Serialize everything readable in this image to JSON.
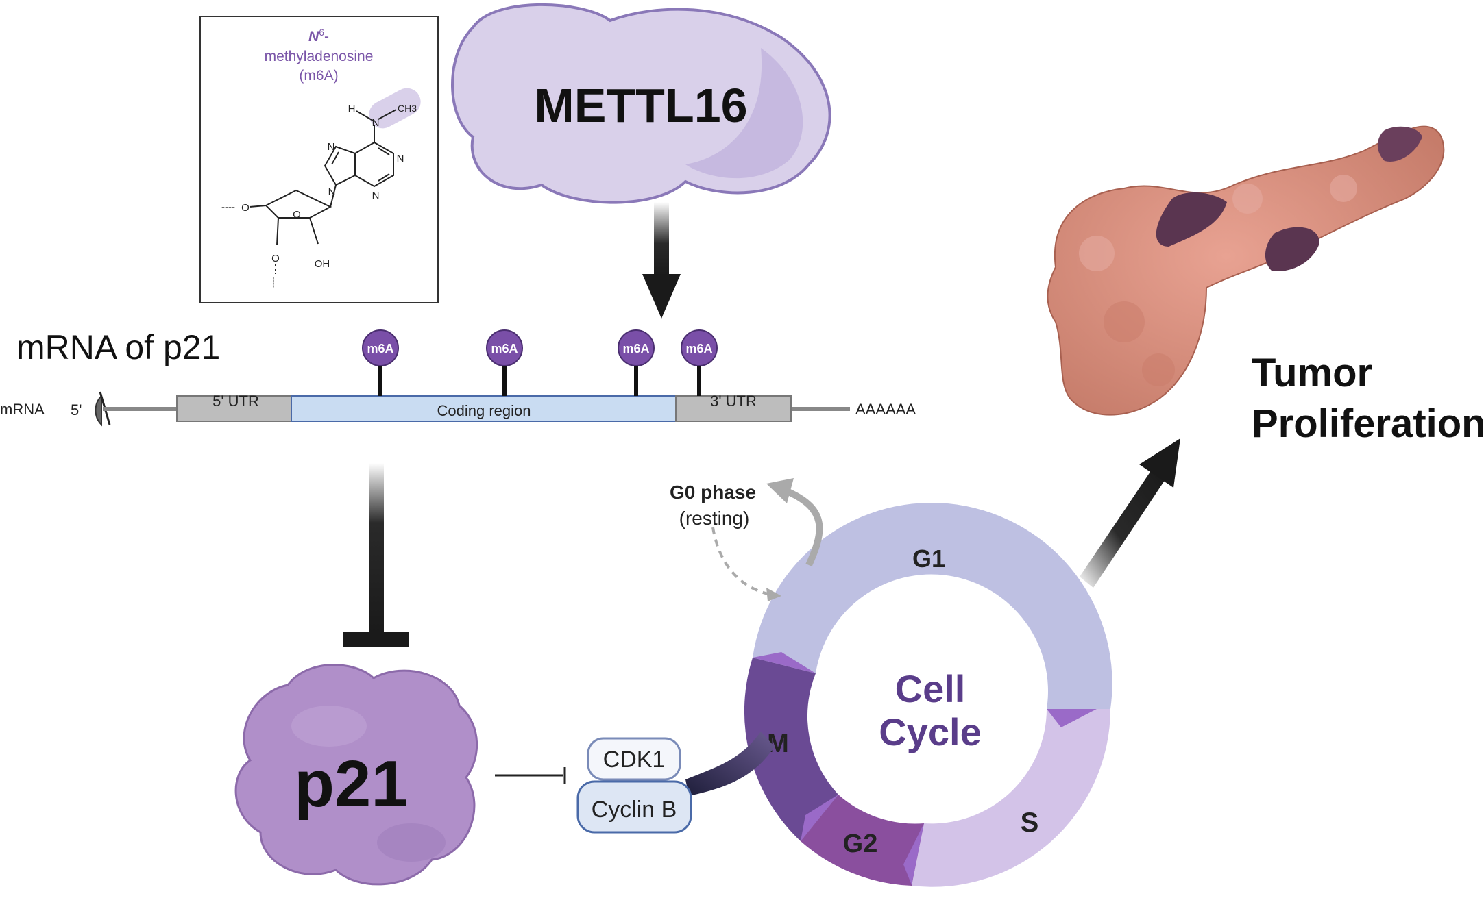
{
  "colors": {
    "purple_text": "#7a55a8",
    "mettl16_fill": "#d9d0ea",
    "mettl16_stroke": "#8a78b8",
    "m6a_pin": "#7a4fa8",
    "coding_fill": "#c9dcf2",
    "coding_stroke": "#4a6aa8",
    "utr_fill": "#bdbdbd",
    "p21_fill": "#b08fc9",
    "g1_color": "#bec0e2",
    "s_color": "#d3c3e8",
    "g2_color": "#8a4f9e",
    "m_color": "#6a4a94",
    "cell_cycle_text": "#5a3d8a",
    "pancreas_fill": "#d9907e",
    "pancreas_dark": "#5a3550"
  },
  "structure": {
    "title_italic_n": "N",
    "title_superscript": "6",
    "title_dash": "-",
    "title_line2": "methyladenosine",
    "title_line3": "(m6A)",
    "atoms": {
      "h": "H",
      "n_methyl": "N",
      "ch3": "CH3",
      "n_top_left": "N",
      "n_right": "N",
      "n_bottom": "N",
      "n_glyco": "N",
      "o_ring": "O",
      "o_5prime": "O",
      "o_3prime": "O",
      "oh": "OH",
      "dashes_left": "----",
      "dashes_bottom": "----"
    }
  },
  "mettl16": {
    "label": "METTL16"
  },
  "mrna": {
    "title": "mRNA of p21",
    "left_label": "mRNA",
    "five_prime": "5'",
    "utr5": "5' UTR",
    "coding": "Coding region",
    "utr3": "3' UTR",
    "polya": "AAAAAA",
    "m6a_label": "m6A",
    "m6a_count": 4
  },
  "p21": {
    "label": "p21"
  },
  "complex": {
    "cdk1": "CDK1",
    "cyclin": "Cyclin B"
  },
  "cell_cycle": {
    "center_line1": "Cell",
    "center_line2": "Cycle",
    "g1": "G1",
    "s": "S",
    "g2": "G2",
    "m": "M",
    "g0_line1": "G0 phase",
    "g0_line2": "(resting)"
  },
  "outcome": {
    "line1": "Tumor",
    "line2": "Proliferation"
  }
}
